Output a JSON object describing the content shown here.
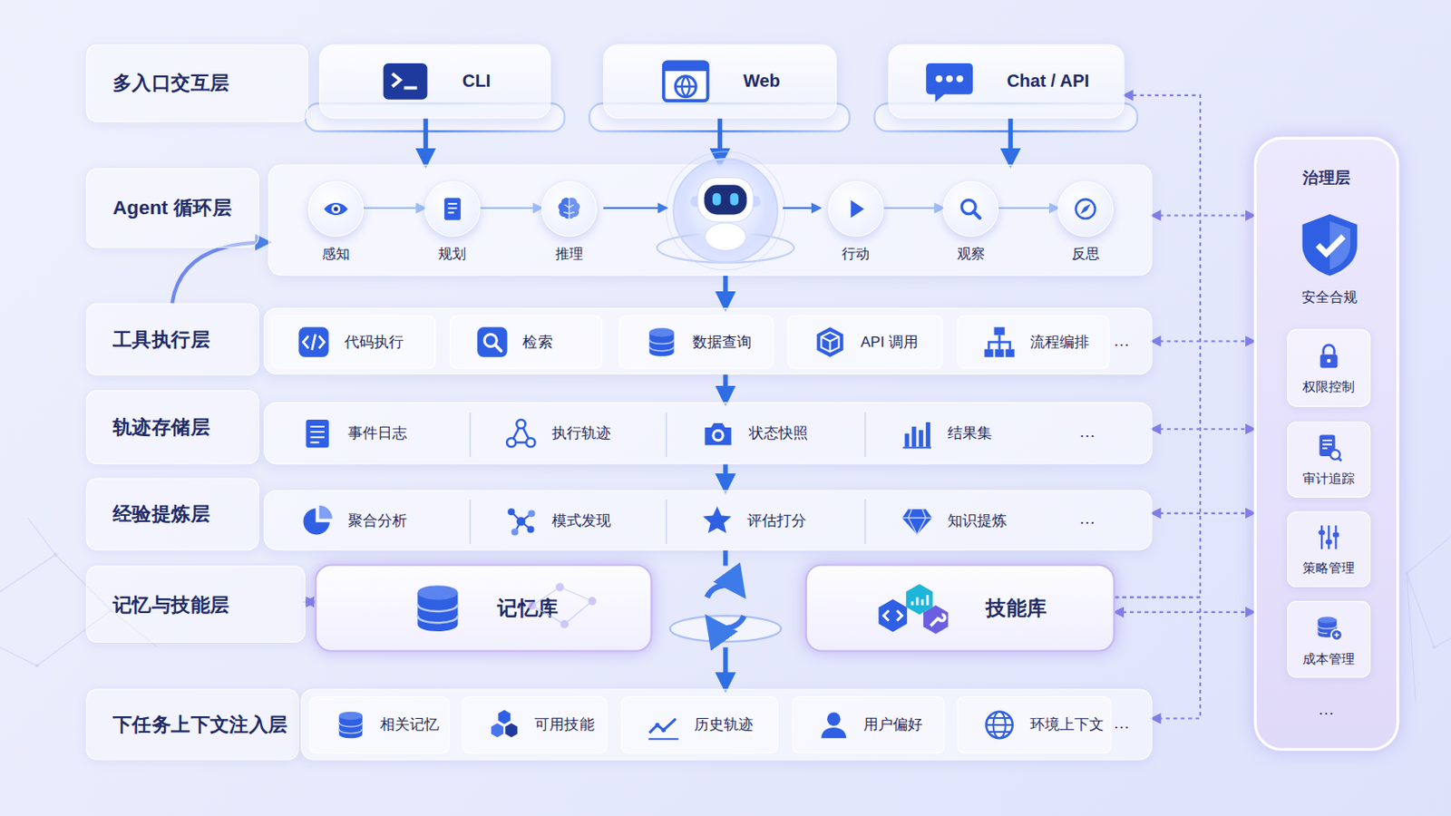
{
  "diagram": {
    "nodes": [
      {
        "text": [
          "多入口交互层"
        ]
      },
      {
        "text": [
          "CLI"
        ]
      },
      {
        "text": [
          "Web"
        ]
      },
      {
        "text": [
          "Chat / API"
        ]
      },
      {
        "text": [
          "Agent 循环层"
        ]
      },
      {
        "text": []
      },
      {
        "text": [
          "感知"
        ],
        "in": 5
      },
      {
        "text": [
          "规划"
        ],
        "in": 5
      },
      {
        "text": [
          "推理"
        ],
        "in": 5
      },
      {
        "text": [
          "行动"
        ],
        "in": 5
      },
      {
        "text": [
          "观察"
        ],
        "in": 5
      },
      {
        "text": [
          "反思"
        ],
        "in": 5
      },
      {
        "text": [
          "工具执行层"
        ]
      },
      {
        "text": []
      },
      {
        "text": [
          "代码执行"
        ],
        "in": 13
      },
      {
        "text": [
          "检索"
        ],
        "in": 13
      },
      {
        "text": [
          "数据查询"
        ],
        "in": 13
      },
      {
        "text": [
          "API 调用"
        ],
        "in": 13
      },
      {
        "text": [
          "流程编排"
        ],
        "in": 13
      },
      {
        "text": [
          "轨迹存储层"
        ]
      },
      {
        "text": []
      },
      {
        "text": [
          "事件日志"
        ],
        "in": 20
      },
      {
        "text": [
          "执行轨迹"
        ],
        "in": 20
      },
      {
        "text": [
          "状态快照"
        ],
        "in": 20
      },
      {
        "text": [
          "结果集"
        ],
        "in": 20
      },
      {
        "text": [
          "经验提炼层"
        ]
      },
      {
        "text": []
      },
      {
        "text": [
          "聚合分析"
        ],
        "in": 26
      },
      {
        "text": [
          "模式发现"
        ],
        "in": 26
      },
      {
        "text": [
          "评估打分"
        ],
        "in": 26
      },
      {
        "text": [
          "知识提炼"
        ],
        "in": 26
      },
      {
        "text": [
          "记忆与技能层"
        ]
      },
      {
        "text": [
          "记忆库"
        ]
      },
      {
        "text": [
          "技能库"
        ]
      },
      {
        "text": [
          "下任务上下文注入层"
        ]
      },
      {
        "text": []
      },
      {
        "text": [
          "相关记忆"
        ],
        "in": 35
      },
      {
        "text": [
          "可用技能"
        ],
        "in": 35
      },
      {
        "text": [
          "历史轨迹"
        ],
        "in": 35
      },
      {
        "text": [
          "用户偏好"
        ],
        "in": 35
      },
      {
        "text": [
          "环境上下文"
        ],
        "in": 35
      },
      {
        "text": [
          "治理层"
        ]
      },
      {
        "text": [
          "安全合规"
        ],
        "in": 41
      },
      {
        "text": [
          "权限控制"
        ],
        "in": 41
      },
      {
        "text": [
          "审计追踪"
        ],
        "in": 41
      },
      {
        "text": [
          "策略管理"
        ],
        "in": 41
      },
      {
        "text": [
          "成本管理"
        ],
        "in": 41
      }
    ],
    "edges": [
      {
        "from": 1,
        "to": 5,
        "arrow": "to"
      },
      {
        "from": 2,
        "to": 5,
        "arrow": "to"
      },
      {
        "from": 3,
        "to": 5,
        "arrow": "to"
      },
      {
        "from": 6,
        "to": 7,
        "arrow": "to"
      },
      {
        "from": 7,
        "to": 8,
        "arrow": "to"
      },
      {
        "from": 9,
        "to": 10,
        "arrow": "to"
      },
      {
        "from": 10,
        "to": 11,
        "arrow": "to"
      },
      {
        "from": 5,
        "to": 13,
        "arrow": "to"
      },
      {
        "from": 13,
        "to": 20,
        "arrow": "to"
      },
      {
        "from": 20,
        "to": 26,
        "arrow": "to"
      },
      {
        "from": 26,
        "to": 35,
        "arrow": "to"
      },
      {
        "from": 12,
        "to": 5,
        "arrow": "to"
      },
      {
        "from": 31,
        "to": 32,
        "arrow": "both"
      },
      {
        "from": 5,
        "to": 41,
        "arrow": "both"
      },
      {
        "from": 13,
        "to": 41,
        "arrow": "both"
      },
      {
        "from": 20,
        "to": 41,
        "arrow": "both"
      },
      {
        "from": 26,
        "to": 41,
        "arrow": "both"
      },
      {
        "from": 33,
        "to": 41,
        "arrow": "both"
      },
      {
        "from": 33,
        "to": 3,
        "arrow": "to"
      },
      {
        "from": 33,
        "to": 35,
        "arrow": "to"
      }
    ],
    "labels": [
      "…",
      "…",
      "…",
      "…",
      "…"
    ]
  }
}
